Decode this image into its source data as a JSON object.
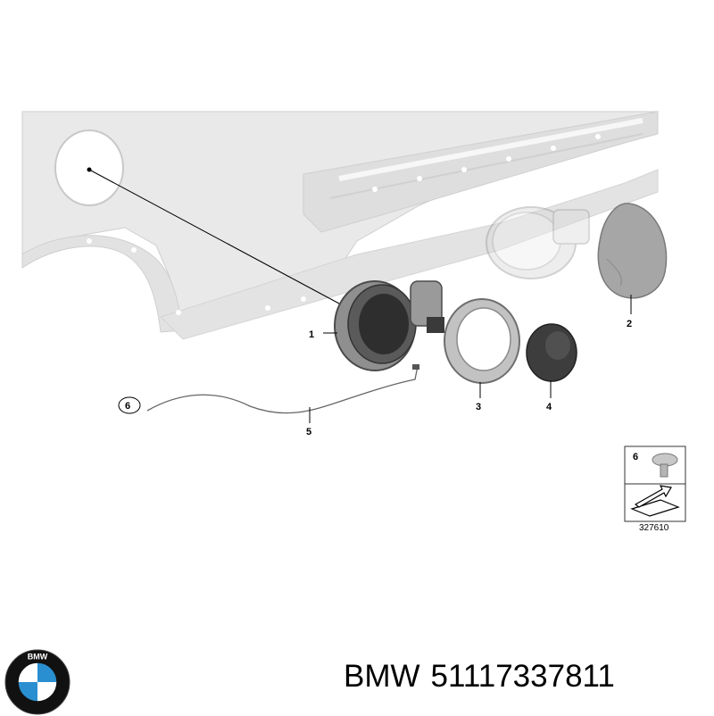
{
  "diagram": {
    "callouts": [
      "1",
      "2",
      "3",
      "4",
      "5",
      "6"
    ],
    "inset": {
      "callout": "6",
      "reference_number": "327610"
    }
  },
  "caption": {
    "brand": "BMW",
    "part_number": "51117337811"
  },
  "logo": {
    "letters": "BMW",
    "colors": {
      "blue": "#2a8fd0",
      "white": "#ffffff",
      "ring": "#111111"
    }
  }
}
